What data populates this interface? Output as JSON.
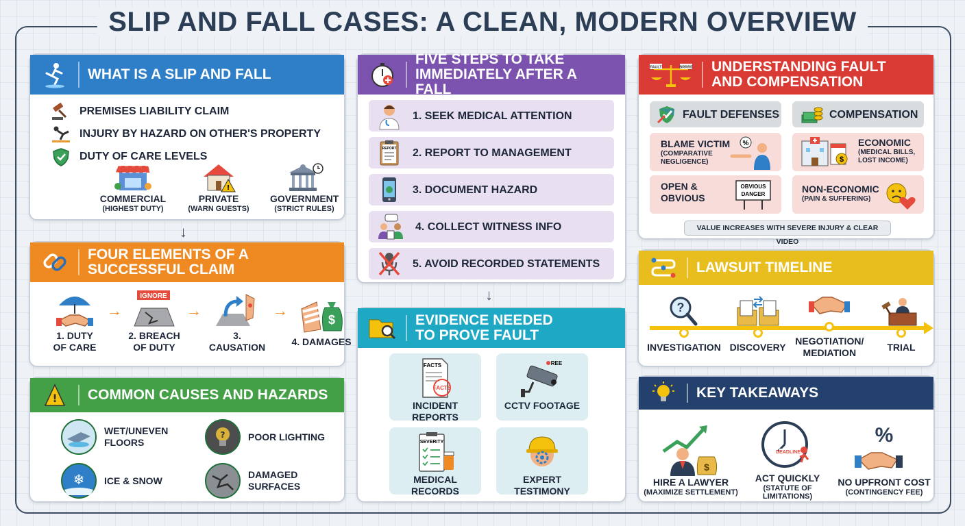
{
  "title": "SLIP AND FALL CASES: A CLEAN, MODERN OVERVIEW",
  "colors": {
    "blue": "#2f7fc8",
    "orange": "#ef8a23",
    "green": "#43a047",
    "purple": "#7b52ad",
    "teal": "#1fa8c4",
    "red": "#d93a34",
    "yellow": "#e8be1e",
    "navy": "#24406d"
  },
  "what_is": {
    "heading": "WHAT IS A SLIP AND FALL",
    "icon": "slip-person-icon",
    "items": [
      {
        "icon": "gavel-icon",
        "text": "PREMISES LIABILITY CLAIM"
      },
      {
        "icon": "falling-person-icon",
        "text": "INJURY BY HAZARD ON OTHER'S PROPERTY"
      },
      {
        "icon": "shield-icon",
        "text": "DUTY OF CARE LEVELS"
      }
    ],
    "levels": [
      {
        "icon": "storefront-icon",
        "label": "COMMERCIAL",
        "sub": "(HIGHEST DUTY)"
      },
      {
        "icon": "house-icon",
        "label": "PRIVATE",
        "sub": "(WARN GUESTS)"
      },
      {
        "icon": "government-building-icon",
        "label": "GOVERNMENT",
        "sub": "(STRICT RULES)"
      }
    ]
  },
  "four_elements": {
    "heading_line1": "FOUR ELEMENTS OF A",
    "heading_line2": "SUCCESSFUL CLAIM",
    "icon": "chain-link-icon",
    "ignore_tag": "IGNORE",
    "items": [
      {
        "icon": "umbrella-handshake-icon",
        "line1": "1. DUTY",
        "line2": "OF CARE"
      },
      {
        "icon": "cracked-floor-icon",
        "line1": "2. BREACH",
        "line2": "OF DUTY"
      },
      {
        "icon": "causation-arrow-icon",
        "line1": "3. CAUSATION",
        "line2": ""
      },
      {
        "icon": "bandage-money-icon",
        "line1": "4. DAMAGES",
        "line2": ""
      }
    ]
  },
  "causes": {
    "heading": "COMMON CAUSES AND HAZARDS",
    "icon": "wet-floor-sign-icon",
    "items": [
      {
        "icon": "wet-floor-icon",
        "line1": "WET/UNEVEN",
        "line2": "FLOORS"
      },
      {
        "icon": "lightbulb-icon",
        "line1": "POOR LIGHTING",
        "line2": ""
      },
      {
        "icon": "snowflake-icon",
        "line1": "ICE & SNOW",
        "line2": ""
      },
      {
        "icon": "cracked-surface-icon",
        "line1": "DAMAGED",
        "line2": "SURFACES"
      }
    ]
  },
  "five_steps": {
    "heading_line1": "FIVE STEPS TO TAKE",
    "heading_line2": "IMMEDIATELY AFTER A FALL",
    "icon": "stopwatch-icon",
    "steps": [
      {
        "icon": "doctor-icon",
        "text": "1. SEEK MEDICAL ATTENTION"
      },
      {
        "icon": "clipboard-report-icon",
        "text": "2. REPORT TO MANAGEMENT",
        "icon_text": "REPORT"
      },
      {
        "icon": "phone-camera-icon",
        "text": "3. DOCUMENT HAZARD"
      },
      {
        "icon": "witness-group-icon",
        "text": "4. COLLECT WITNESS INFO"
      },
      {
        "icon": "no-microphone-icon",
        "text": "5. AVOID RECORDED STATEMENTS"
      }
    ]
  },
  "evidence": {
    "heading_line1": "EVIDENCE NEEDED",
    "heading_line2": "TO PROVE FAULT",
    "icon": "folder-magnifier-icon",
    "items": [
      {
        "icon": "facts-document-icon",
        "label": "INCIDENT REPORTS",
        "icon_text": "FACTS",
        "stamp_text": "FACTS"
      },
      {
        "icon": "cctv-camera-icon",
        "label": "CCTV FOOTAGE",
        "icon_text": "REE"
      },
      {
        "icon": "severity-clipboard-icon",
        "label": "MEDICAL RECORDS",
        "icon_text": "SEVERITY"
      },
      {
        "icon": "hardhat-expert-icon",
        "label": "EXPERT TESTIMONY"
      }
    ]
  },
  "fault": {
    "heading_line1": "UNDERSTANDING FAULT",
    "heading_line2": "AND COMPENSATION",
    "icon": "scales-icon",
    "scale_left": "FAULT",
    "scale_right": "BRRRE",
    "defenses_heading": "FAULT DEFENSES",
    "defenses_icon": "shield-check-icon",
    "compensation_heading": "COMPENSATION",
    "compensation_icon": "money-stack-icon",
    "defenses": [
      {
        "icon": "pointing-person-icon",
        "title": "BLAME VICTIM",
        "sub1": "(COMPARATIVE",
        "sub2": "NEGLIGENCE)",
        "icon_text": "%"
      },
      {
        "icon": "danger-sign-icon",
        "title": "OPEN &",
        "title2": "OBVIOUS",
        "sign1": "OBVIOUS",
        "sign2": "DANGER"
      }
    ],
    "compensation": [
      {
        "icon": "hospital-bill-icon",
        "title": "ECONOMIC",
        "sub1": "(MEDICAL BILLS,",
        "sub2": "LOST INCOME)"
      },
      {
        "icon": "sad-face-heart-icon",
        "title": "NON-ECONOMIC",
        "sub1": "(PAIN & SUFFERING)",
        "sub2": ""
      }
    ],
    "footer": "VALUE INCREASES WITH SEVERE INJURY & CLEAR VIDEO"
  },
  "timeline": {
    "heading": "LAWSUIT TIMELINE",
    "icon": "timeline-path-icon",
    "stages": [
      {
        "icon": "magnifier-question-icon",
        "line1": "INVESTIGATION",
        "line2": ""
      },
      {
        "icon": "document-exchange-icon",
        "line1": "DISCOVERY",
        "line2": ""
      },
      {
        "icon": "handshake-icon",
        "line1": "NEGOTIATION/",
        "line2": "MEDIATION"
      },
      {
        "icon": "courtroom-judge-icon",
        "line1": "TRIAL",
        "line2": ""
      }
    ]
  },
  "takeaways": {
    "heading": "KEY TAKEAWAYS",
    "icon": "lightbulb-idea-icon",
    "items": [
      {
        "icon": "lawyer-growth-icon",
        "line1": "HIRE A LAWYER",
        "sub": "(MAXIMIZE SETTLEMENT)"
      },
      {
        "icon": "deadline-clock-icon",
        "line1": "ACT QUICKLY",
        "sub": "(STATUTE OF LIMITATIONS)",
        "icon_text": "DEADLINE"
      },
      {
        "icon": "percent-handshake-icon",
        "line1": "NO UPFRONT COST",
        "sub": "(CONTINGENCY FEE)"
      }
    ]
  }
}
